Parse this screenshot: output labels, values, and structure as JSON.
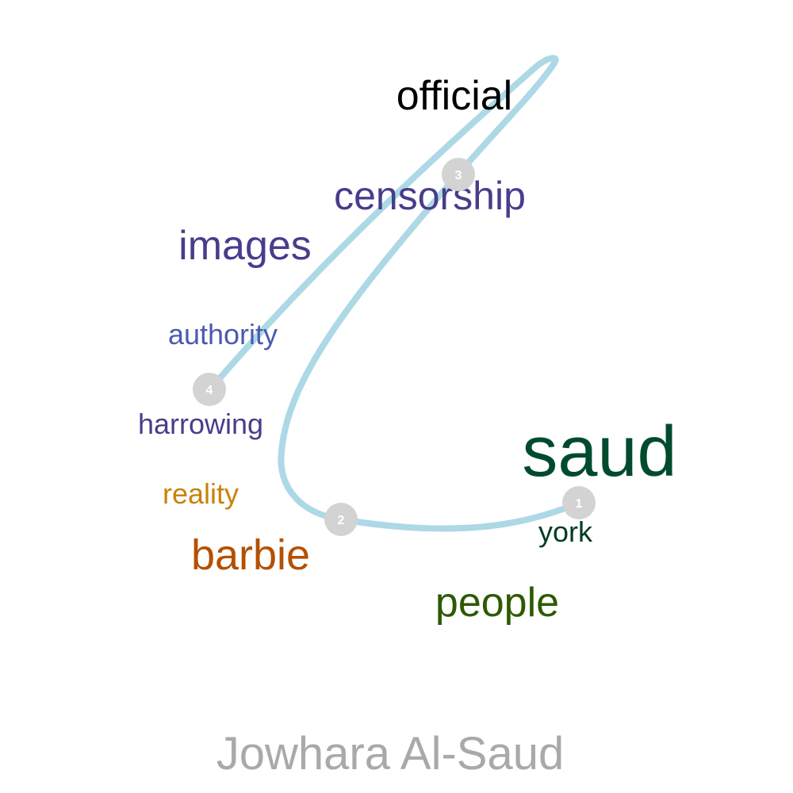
{
  "title": "Jowhara Al-Saud",
  "colors": {
    "path": "#add8e6",
    "node": "#d3d3d3",
    "node_label": "#ffffff",
    "title": "#a9a9a9"
  },
  "words": [
    {
      "id": "official",
      "text": "official",
      "color": "#000000"
    },
    {
      "id": "censorship",
      "text": "censorship",
      "color": "#483d8b"
    },
    {
      "id": "images",
      "text": "images",
      "color": "#483d8b"
    },
    {
      "id": "authority",
      "text": "authority",
      "color": "#4b5aaf"
    },
    {
      "id": "harrowing",
      "text": "harrowing",
      "color": "#483d8b"
    },
    {
      "id": "reality",
      "text": "reality",
      "color": "#c8820a"
    },
    {
      "id": "barbie",
      "text": "barbie",
      "color": "#b45000"
    },
    {
      "id": "saud",
      "text": "saud",
      "color": "#004b2d"
    },
    {
      "id": "york",
      "text": "york",
      "color": "#003b22"
    },
    {
      "id": "people",
      "text": "people",
      "color": "#2d5a00"
    }
  ],
  "nodes": [
    {
      "id": "1",
      "label": "1"
    },
    {
      "id": "2",
      "label": "2"
    },
    {
      "id": "3",
      "label": "3"
    },
    {
      "id": "4",
      "label": "4"
    }
  ]
}
